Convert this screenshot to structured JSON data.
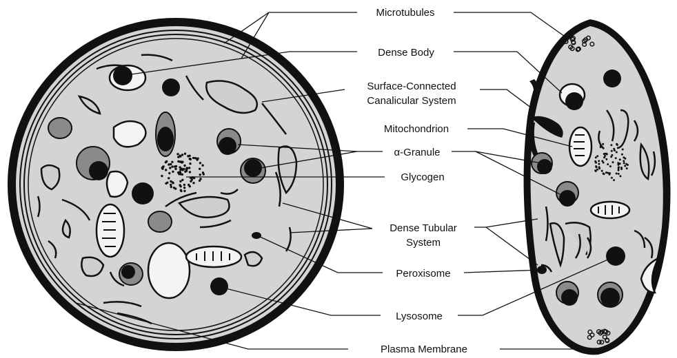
{
  "labels": {
    "microtubules": "Microtubules",
    "dense_body": "Dense Body",
    "sccs_line1": "Surface-Connected",
    "sccs_line2": "Canalicular System",
    "mitochondrion": "Mitochondrion",
    "alpha_granule": "α-Granule",
    "glycogen": "Glycogen",
    "dts_line1": "Dense Tubular",
    "dts_line2": "System",
    "peroxisome": "Peroxisome",
    "lysosome": "Lysosome",
    "plasma_membrane": "Plasma Membrane"
  }
}
